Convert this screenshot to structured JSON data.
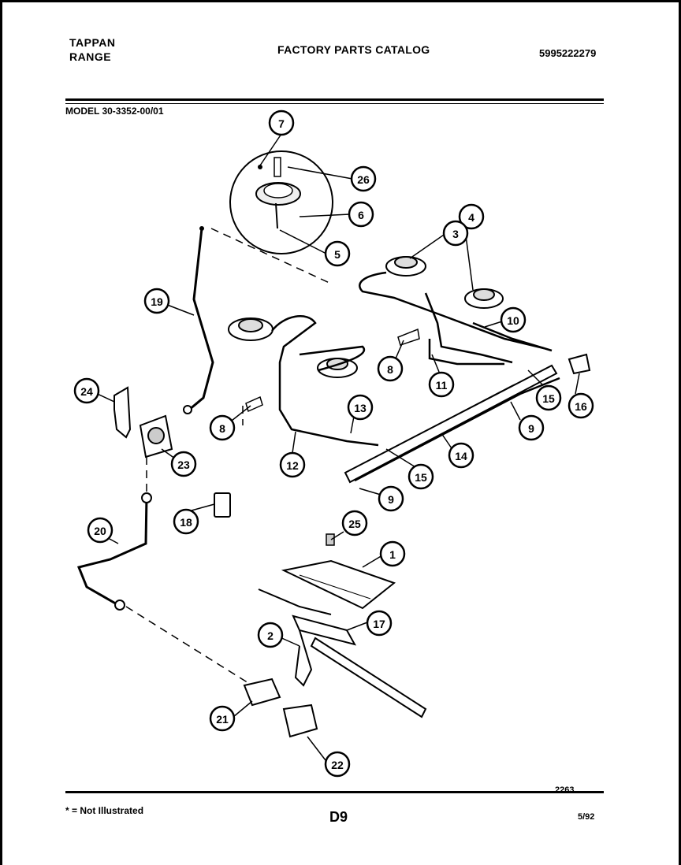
{
  "header": {
    "brand_line1": "TAPPAN",
    "brand_line2": "RANGE",
    "title": "FACTORY PARTS CATALOG",
    "catalog_number": "5995222279"
  },
  "model": "MODEL 30-3352-00/01",
  "footer": {
    "figure_code": "2263",
    "note": "* = Not Illustrated",
    "page_id": "D9",
    "date": "5/92"
  },
  "callouts": {
    "c1": "1",
    "c2": "2",
    "c3": "3",
    "c4": "4",
    "c5": "5",
    "c6": "6",
    "c7": "7",
    "c8a": "8",
    "c8b": "8",
    "c9a": "9",
    "c9b": "9",
    "c10": "10",
    "c11": "11",
    "c12": "12",
    "c13": "13",
    "c14": "14",
    "c15a": "15",
    "c15b": "15",
    "c16": "16",
    "c17": "17",
    "c18": "18",
    "c19": "19",
    "c20": "20",
    "c21": "21",
    "c22": "22",
    "c23": "23",
    "c24": "24",
    "c25": "25",
    "c26": "26"
  }
}
